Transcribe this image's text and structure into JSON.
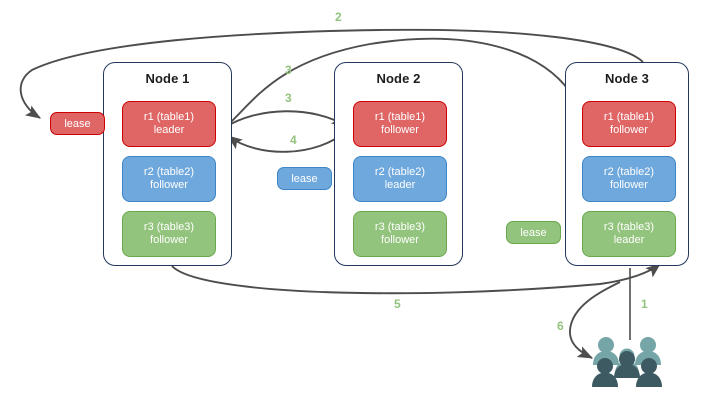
{
  "diagram": {
    "title": "Multi-node replica lease / request routing diagram",
    "background": "#ffffff",
    "colors": {
      "red_fill": "#e06666",
      "red_stroke": "#cc0000",
      "blue_fill": "#6fa8dc",
      "blue_stroke": "#3d85c6",
      "green_fill": "#93c47d",
      "green_stroke": "#6aa84f",
      "node_border": "#24385b",
      "arrow": "#4d4d4d",
      "step_label": "#93c47d",
      "users_light": "#76a5a8",
      "users_dark": "#3d5a63"
    }
  },
  "nodes": [
    {
      "id": "node1",
      "title": "Node 1",
      "replicas": [
        {
          "name": "r1 (table1)",
          "role": "leader",
          "color": "red"
        },
        {
          "name": "r2 (table2)",
          "role": "follower",
          "color": "blue"
        },
        {
          "name": "r3 (table3)",
          "role": "follower",
          "color": "green"
        }
      ]
    },
    {
      "id": "node2",
      "title": "Node 2",
      "replicas": [
        {
          "name": "r1 (table1)",
          "role": "follower",
          "color": "red"
        },
        {
          "name": "r2 (table2)",
          "role": "leader",
          "color": "blue"
        },
        {
          "name": "r3 (table3)",
          "role": "follower",
          "color": "green"
        }
      ]
    },
    {
      "id": "node3",
      "title": "Node 3",
      "replicas": [
        {
          "name": "r1 (table1)",
          "role": "follower",
          "color": "red"
        },
        {
          "name": "r2 (table2)",
          "role": "follower",
          "color": "blue"
        },
        {
          "name": "r3 (table3)",
          "role": "leader",
          "color": "green"
        }
      ]
    }
  ],
  "leases": [
    {
      "id": "lease-r1",
      "label": "lease",
      "color": "red"
    },
    {
      "id": "lease-r2",
      "label": "lease",
      "color": "blue"
    },
    {
      "id": "lease-r3",
      "label": "lease",
      "color": "green"
    }
  ],
  "steps": [
    {
      "id": "step-1",
      "label": "1"
    },
    {
      "id": "step-2",
      "label": "2"
    },
    {
      "id": "step-3a",
      "label": "3"
    },
    {
      "id": "step-3b",
      "label": "3"
    },
    {
      "id": "step-4",
      "label": "4"
    },
    {
      "id": "step-5",
      "label": "5"
    },
    {
      "id": "step-6",
      "label": "6"
    }
  ],
  "icons": {
    "users": "users-group-icon"
  }
}
